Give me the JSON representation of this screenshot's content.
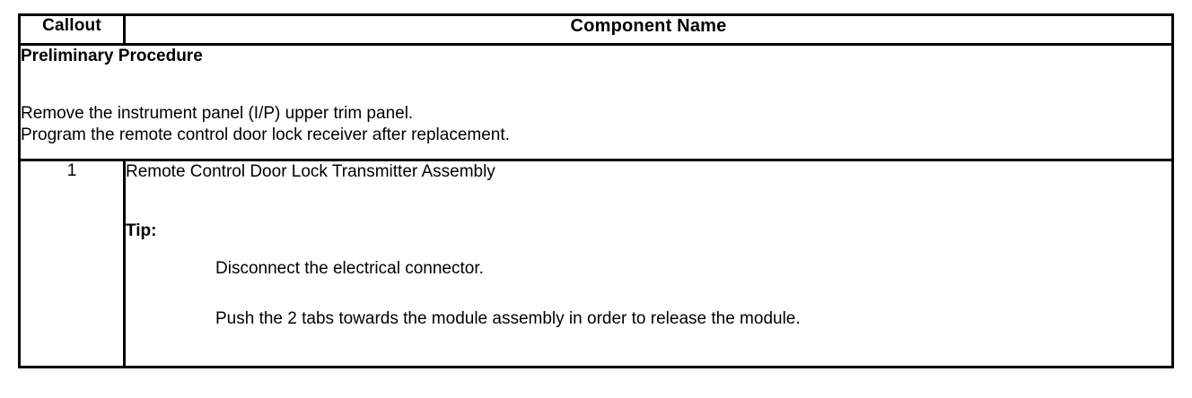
{
  "table": {
    "headers": {
      "callout": "Callout",
      "component_name": "Component Name"
    },
    "preliminary": {
      "title": "Preliminary Procedure",
      "lines": [
        "Remove the instrument panel (I/P) upper trim panel.",
        "Program the remote control door lock receiver after replacement."
      ]
    },
    "rows": [
      {
        "callout": "1",
        "component_name": "Remote Control Door Lock Transmitter Assembly",
        "tip_label": "Tip:",
        "tip_lines": [
          "Disconnect the electrical connector.",
          "Push the 2 tabs towards the module assembly in order to release the module."
        ]
      }
    ]
  }
}
